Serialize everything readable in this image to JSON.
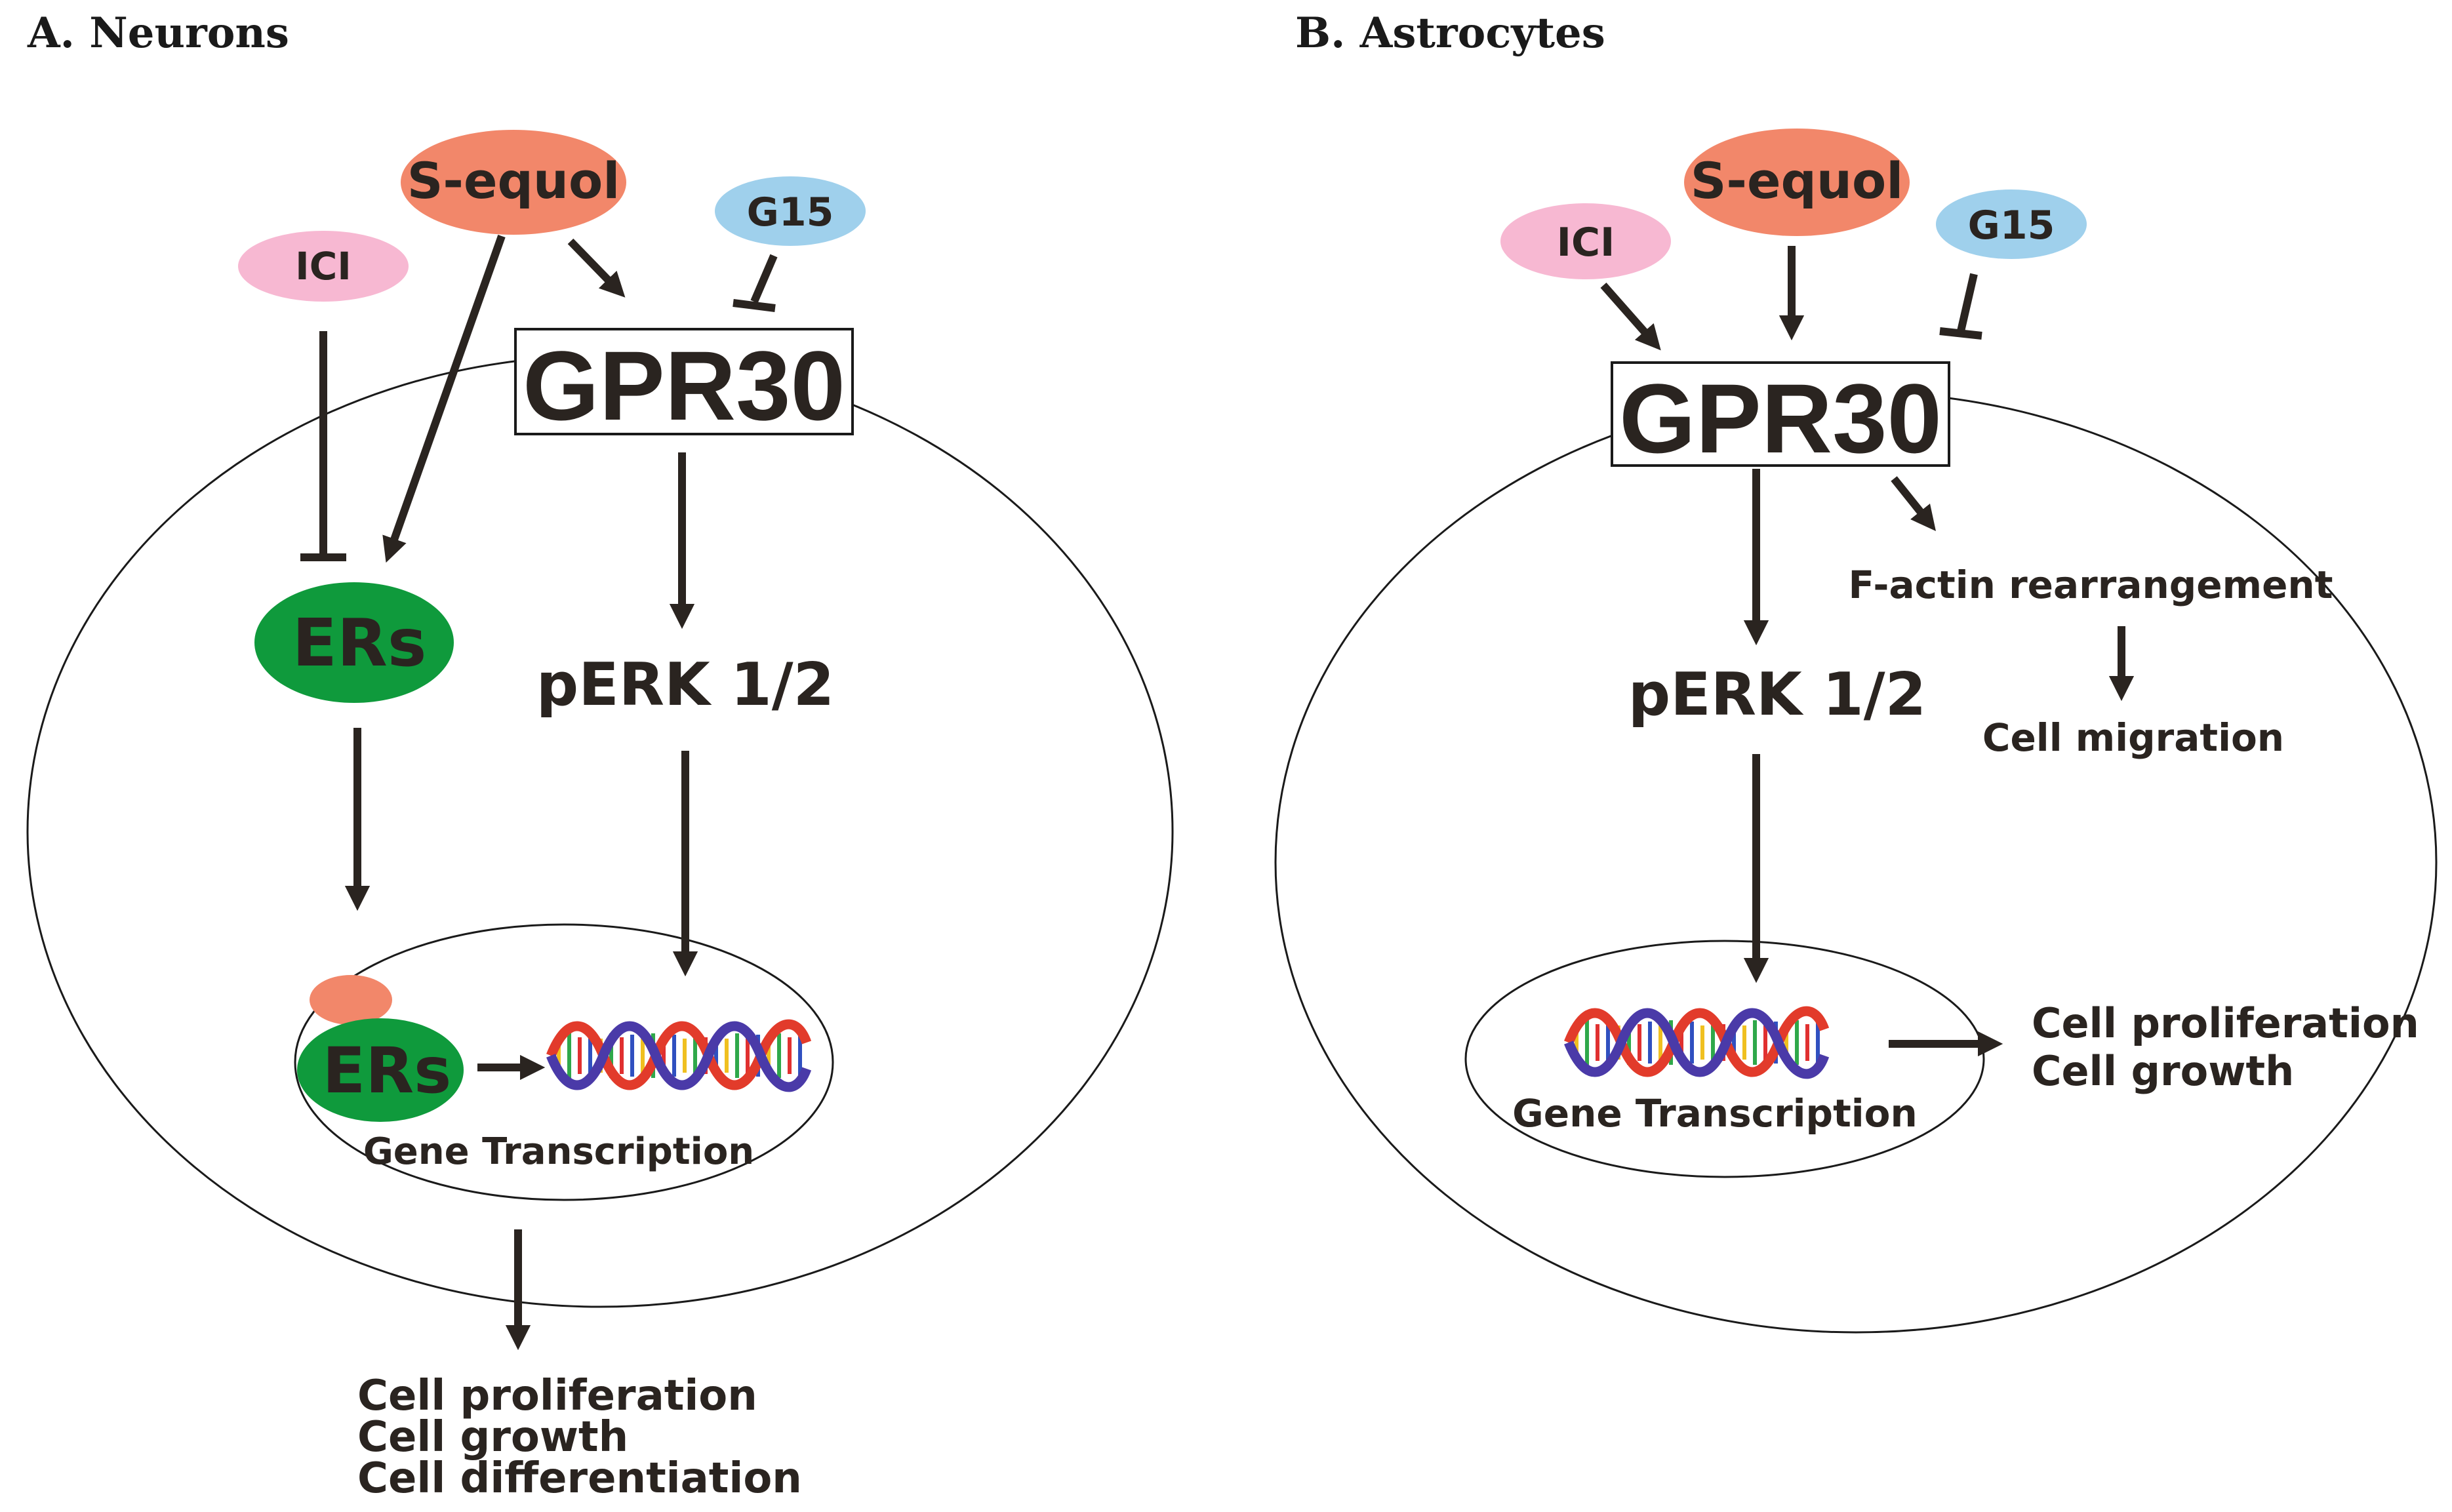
{
  "panels": {
    "neurons": {
      "title": "A. Neurons",
      "ligand": "S-equol",
      "antagonist": "ICI",
      "blocker": "G15",
      "receptor": "GPR30",
      "er_label": "ERs",
      "kinase": "pERK 1/2",
      "nucleus_er_label": "ERs",
      "nucleus_caption": "Gene Transcription",
      "outcomes": [
        "Cell proliferation",
        "Cell growth",
        "Cell differentiation"
      ]
    },
    "astrocytes": {
      "title": "B. Astrocytes",
      "ligand": "S-equol",
      "antagonist": "ICI",
      "blocker": "G15",
      "receptor": "GPR30",
      "cytoskeleton": "F-actin rearrangement",
      "migration": "Cell migration",
      "kinase": "pERK 1/2",
      "nucleus_caption": "Gene Transcription",
      "outcomes": [
        "Cell proliferation",
        "Cell growth"
      ]
    }
  },
  "colors": {
    "s_equol": "#f2876a",
    "ici": "#f7b8d2",
    "g15": "#9fd0ec",
    "ers": "#0f9a3c",
    "ink": "#2a2420"
  }
}
